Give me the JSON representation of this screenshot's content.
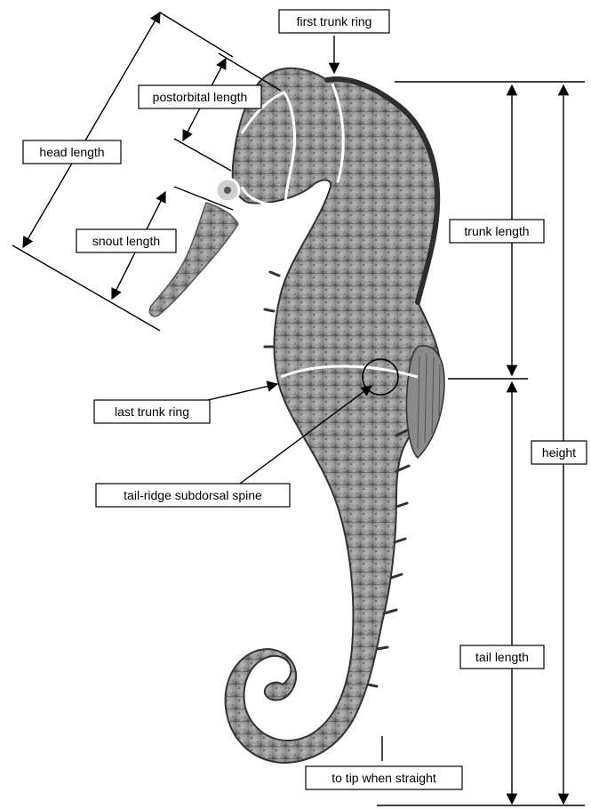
{
  "colors": {
    "body_fill": "#9a9a9a",
    "body_dark": "#3a3a3a",
    "ring_lines": "#ffffff",
    "annotation": "#000000"
  },
  "labels": {
    "first_trunk_ring": "first trunk ring",
    "postorbital_length": "postorbital length",
    "head_length": "head length",
    "snout_length": "snout length",
    "trunk_length": "trunk length",
    "last_trunk_ring": "last trunk ring",
    "height": "height",
    "tail_ridge_spine": "tail-ridge subdorsal spine",
    "tail_length": "tail length",
    "tip_straight": "to tip when straight"
  },
  "icons": {
    "main_figure": "seahorse-illustration"
  }
}
